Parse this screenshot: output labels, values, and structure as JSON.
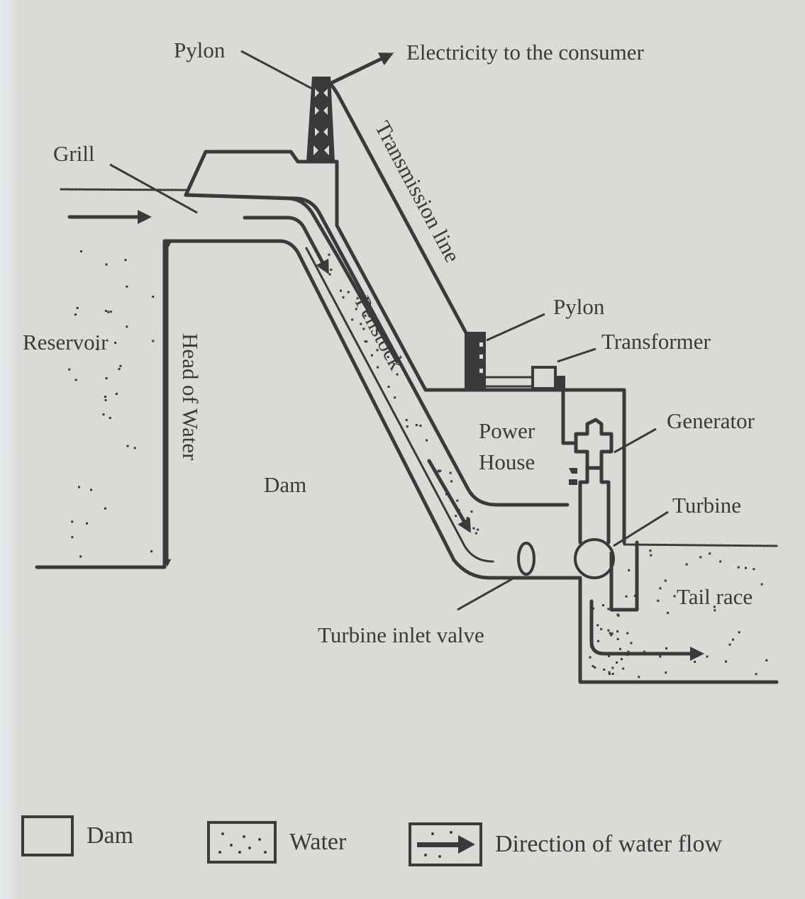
{
  "diagram": {
    "title": "Hydroelectric power station",
    "labels": {
      "pylon_top": "Pylon",
      "electricity": "Electricity to the consumer",
      "grill": "Grill",
      "transmission_line": "Transmission line",
      "reservoir": "Reservoir",
      "head_of_water": "Head of Water",
      "penstock": "Penstock",
      "dam": "Dam",
      "pylon_lower": "Pylon",
      "transformer": "Transformer",
      "power_house_line1": "Power",
      "power_house_line2": "House",
      "generator": "Generator",
      "turbine": "Turbine",
      "tail_race": "Tail race",
      "turbine_inlet_valve": "Turbine inlet valve"
    },
    "colors": {
      "ink": "#3a3a3a",
      "paper": "#d9dbd6"
    }
  },
  "legend": {
    "items": [
      {
        "label": "Dam",
        "icon": "empty-box-icon"
      },
      {
        "label": "Water",
        "icon": "dotted-box-icon"
      },
      {
        "label": "Direction of water flow",
        "icon": "arrow-box-icon"
      }
    ]
  }
}
